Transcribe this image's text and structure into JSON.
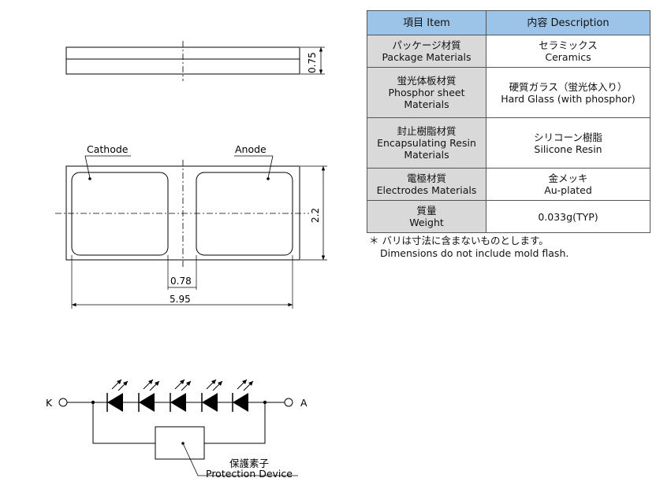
{
  "table": {
    "header": {
      "item": "項目 Item",
      "desc": "内容 Description"
    },
    "rows": [
      {
        "item_ja": "パッケージ材質",
        "item_en": [
          "Package Materials"
        ],
        "desc_ja": "セラミックス",
        "desc_en": "Ceramics"
      },
      {
        "item_ja": "蛍光体板材質",
        "item_en": [
          "Phosphor sheet",
          "Materials"
        ],
        "desc_ja": "硬質ガラス（蛍光体入り）",
        "desc_en": "Hard Glass (with phosphor)"
      },
      {
        "item_ja": "封止樹脂材質",
        "item_en": [
          "Encapsulating Resin",
          "Materials"
        ],
        "desc_ja": "シリコーン樹脂",
        "desc_en": "Silicone Resin"
      },
      {
        "item_ja": "電極材質",
        "item_en": [
          "Electrodes Materials"
        ],
        "desc_ja": "金メッキ",
        "desc_en": "Au-plated"
      },
      {
        "item_ja": "質量",
        "item_en": [
          "Weight"
        ],
        "desc_ja": "",
        "desc_en": "0.033g(TYP)"
      }
    ]
  },
  "note": {
    "line1": "＊ バリは寸法に含まないものとします。",
    "line2": "Dimensions do not include mold flash."
  },
  "drawing": {
    "dim_thickness": "0.75",
    "dim_height": "2.2",
    "dim_gap": "0.78",
    "dim_length": "5.95",
    "label_cathode": "Cathode",
    "label_anode": "Anode"
  },
  "circuit": {
    "label_k": "K",
    "label_a": "A",
    "label_device_ja": "保護素子",
    "label_device_en": "Protection Device"
  }
}
